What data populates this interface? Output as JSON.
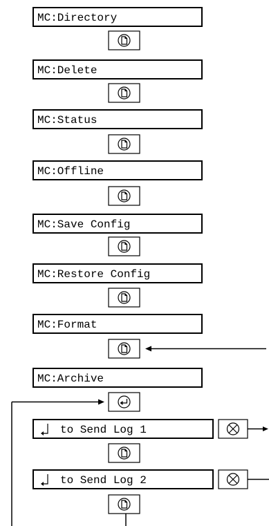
{
  "diagram": {
    "menu_items": [
      {
        "id": "directory",
        "label": "MC:Directory",
        "key": "doc-key-icon"
      },
      {
        "id": "delete",
        "label": "MC:Delete",
        "key": "doc-key-icon"
      },
      {
        "id": "status",
        "label": "MC:Status",
        "key": "doc-key-icon"
      },
      {
        "id": "offline",
        "label": "MC:Offline",
        "key": "doc-key-icon"
      },
      {
        "id": "save-config",
        "label": "MC:Save Config",
        "key": "doc-key-icon"
      },
      {
        "id": "restore-config",
        "label": "MC:Restore Config",
        "key": "doc-key-icon"
      },
      {
        "id": "format",
        "label": "MC:Format",
        "key": "doc-key-icon"
      },
      {
        "id": "archive",
        "label": "MC:Archive",
        "key": "enter-key-icon"
      }
    ],
    "send_log_items": [
      {
        "id": "send-log-1",
        "label": "to Send Log 1",
        "prefix_icon": "return-arrow-icon",
        "side_key": "cross-circle-icon",
        "key": "doc-key-icon"
      },
      {
        "id": "send-log-2",
        "label": "to Send Log 2",
        "prefix_icon": "return-arrow-icon",
        "side_key": "cross-circle-icon",
        "key": "doc-key-icon"
      }
    ],
    "colors": {
      "line": "#000000",
      "background": "#ffffff"
    }
  }
}
